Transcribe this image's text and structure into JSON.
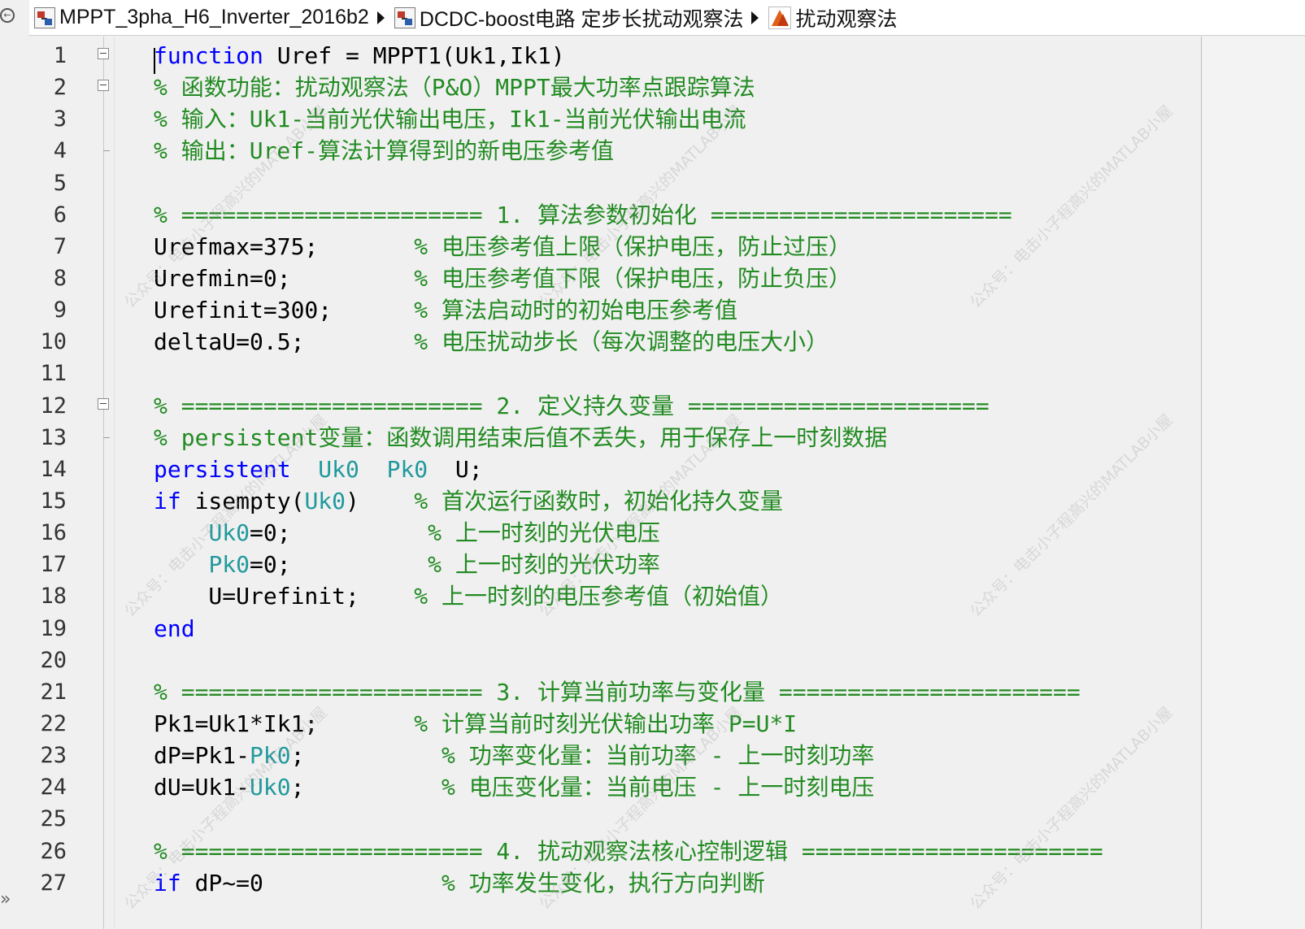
{
  "breadcrumb": [
    {
      "label": "MPPT_3pha_H6_Inverter_2016b2",
      "icon": "simulink-model-icon"
    },
    {
      "label": "DCDC-boost电路 定步长扰动观察法",
      "icon": "simulink-subsystem-icon"
    },
    {
      "label": "扰动观察法",
      "icon": "matlab-function-icon"
    }
  ],
  "editor": {
    "lines": [
      {
        "n": "1"
      },
      {
        "n": "2"
      },
      {
        "n": "3"
      },
      {
        "n": "4"
      },
      {
        "n": "5"
      },
      {
        "n": "6"
      },
      {
        "n": "7"
      },
      {
        "n": "8"
      },
      {
        "n": "9"
      },
      {
        "n": "10"
      },
      {
        "n": "11"
      },
      {
        "n": "12"
      },
      {
        "n": "13"
      },
      {
        "n": "14"
      },
      {
        "n": "15"
      },
      {
        "n": "16"
      },
      {
        "n": "17"
      },
      {
        "n": "18"
      },
      {
        "n": "19"
      },
      {
        "n": "20"
      },
      {
        "n": "21"
      },
      {
        "n": "22"
      },
      {
        "n": "23"
      },
      {
        "n": "24"
      },
      {
        "n": "25"
      },
      {
        "n": "26"
      },
      {
        "n": "27"
      }
    ],
    "code": {
      "l1": [
        "function",
        " Uref = MPPT1(Uk1,Ik1)"
      ],
      "l2": "% 函数功能：扰动观察法（P&O）MPPT最大功率点跟踪算法",
      "l3": "% 输入：Uk1-当前光伏输出电压，Ik1-当前光伏输出电流",
      "l4": "% 输出：Uref-算法计算得到的新电压参考值",
      "l6": "% ====================== 1. 算法参数初始化 ======================",
      "l7": [
        "Urefmax=375;",
        "       % 电压参考值上限（保护电压，防止过压）"
      ],
      "l8": [
        "Urefmin=0;",
        "         % 电压参考值下限（保护电压，防止负压）"
      ],
      "l9": [
        "Urefinit=300;",
        "      % 算法启动时的初始电压参考值"
      ],
      "l10": [
        "deltaU=0.5;",
        "        % 电压扰动步长（每次调整的电压大小）"
      ],
      "l12": "% ====================== 2. 定义持久变量 ======================",
      "l13": "% persistent变量：函数调用结束后值不丢失，用于保存上一时刻数据",
      "l14": [
        "persistent",
        "  ",
        "Uk0",
        "  ",
        "Pk0",
        "  U;"
      ],
      "l15": [
        "if",
        " isempty(",
        "Uk0",
        ")    ",
        "% 首次运行函数时，初始化持久变量"
      ],
      "l16": [
        "    ",
        "Uk0",
        "=0;          ",
        "% 上一时刻的光伏电压"
      ],
      "l17": [
        "    ",
        "Pk0",
        "=0;          ",
        "% 上一时刻的光伏功率"
      ],
      "l18": [
        "    U=Urefinit;    ",
        "% 上一时刻的电压参考值（初始值）"
      ],
      "l19": "end",
      "l21": "% ====================== 3. 计算当前功率与变化量 ======================",
      "l22": [
        "Pk1=Uk1*Ik1;",
        "       % 计算当前时刻光伏输出功率 P=U*I"
      ],
      "l23": [
        "dP=Pk1-",
        "Pk0",
        ";",
        "          % 功率变化量：当前功率 - 上一时刻功率"
      ],
      "l24": [
        "dU=Uk1-",
        "Uk0",
        ";",
        "          % 电压变化量：当前电压 - 上一时刻电压"
      ],
      "l26": "% ====================== 4. 扰动观察法核心控制逻辑 ======================",
      "l27": [
        "if",
        " dP~=0",
        "             % 功率发生变化，执行方向判断"
      ]
    }
  },
  "watermark": "公众号：电击小子程高兴的MATLAB小屋",
  "colors": {
    "keyword": "#0000ff",
    "comment": "#228b22",
    "persistent_var": "#20999d",
    "text": "#000000",
    "background": "#f0f0f0"
  }
}
